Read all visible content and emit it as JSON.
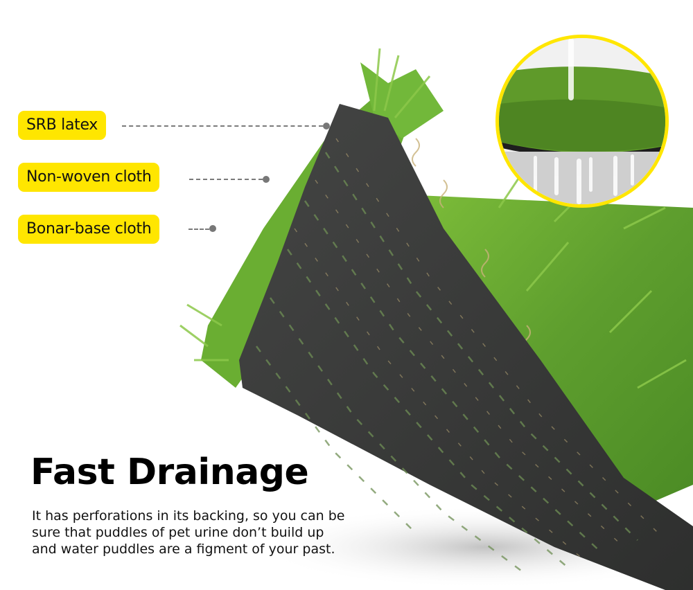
{
  "graphic": {
    "theme_colors": {
      "label_background": "#ffe600",
      "inset_border": "#ffe600",
      "leader_line": "#7a7a7a",
      "backing": "#3a3b3a",
      "grass": "#5e9e2e"
    },
    "labels": [
      {
        "text": "SRB latex"
      },
      {
        "text": "Non-woven cloth"
      },
      {
        "text": "Bonar-base cloth"
      }
    ],
    "headline": "Fast Drainage",
    "description_lines": [
      "It has perforations in its backing, so you can be",
      "sure that puddles of pet urine don’t build up",
      "and water puddles are a figment of your past."
    ],
    "inset_caption": "water-drainage-closeup"
  }
}
